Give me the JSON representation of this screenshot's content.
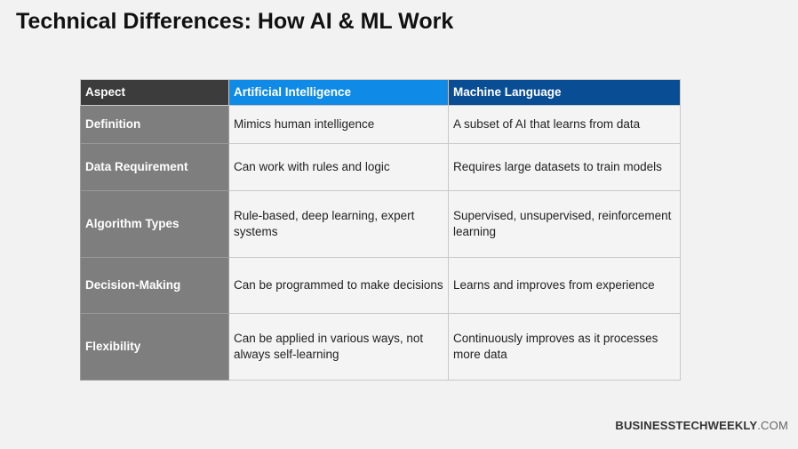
{
  "title": "Technical Differences: How AI & ML Work",
  "table": {
    "headers": [
      "Aspect",
      "Artificial Intelligence",
      "Machine Language"
    ],
    "rows": [
      [
        "Definition",
        "Mimics human intelligence",
        "A subset of AI that learns from data"
      ],
      [
        "Data Requirement",
        "Can work with rules and logic",
        "Requires large datasets to train models"
      ],
      [
        "Algorithm Types",
        "Rule-based, deep learning, expert systems",
        "Supervised, unsupervised, reinforcement learning"
      ],
      [
        "Decision-Making",
        "Can be programmed to make decisions",
        "Learns and improves from experience"
      ],
      [
        "Flexibility",
        "Can be applied in various ways, not always self-learning",
        "Continuously improves as it processes more data"
      ]
    ]
  },
  "brand": {
    "name": "BUSINESSTECHWEEKLY",
    "suffix": ".COM"
  },
  "colors": {
    "aspect_header": "#3c3c3c",
    "ai_header": "#0f8ae6",
    "ml_header": "#094d94",
    "aspect_col": "#7e7e7e"
  }
}
